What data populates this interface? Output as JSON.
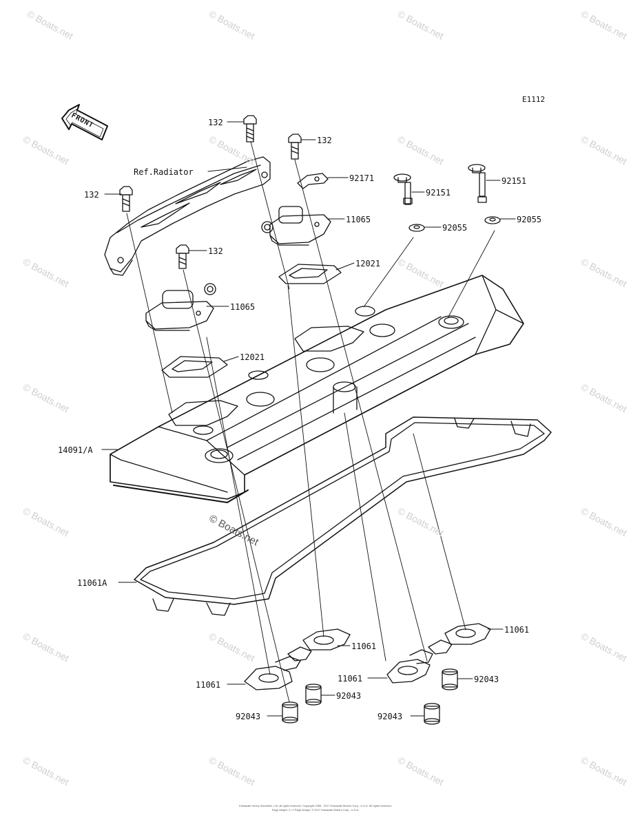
{
  "diagram": {
    "code": "E1112",
    "front_label": "FRONT",
    "callouts": {
      "bolt_a": "132",
      "bolt_b": "132",
      "bolt_c": "132",
      "bolt_d": "132",
      "ref_radiator": "Ref.Radiator",
      "bracket": "92171",
      "bolt_e": "92151",
      "bolt_f": "92151",
      "washer_a": "92055",
      "washer_b": "92055",
      "cap_a": "11065",
      "cap_b": "11065",
      "gasket_a": "12021",
      "gasket_b": "12021",
      "cover": "14091/A",
      "cover_gasket": "11061A",
      "plug_gasket_a": "11061",
      "plug_gasket_b": "11061",
      "plug_gasket_c": "11061",
      "plug_gasket_d": "11061",
      "collar_a": "92043",
      "collar_b": "92043",
      "collar_c": "92043",
      "collar_d": "92043"
    }
  },
  "watermark": {
    "text": "© Boats.net",
    "center_text": "© Boats.net"
  },
  "footer": {
    "line1": "Kawasaki Heavy Industries, Ltd. all rights reserved. Copyright 1998 - 2017 Kawasaki Motors Corp., U.S.A. All rights reserved.",
    "line2": "Page weight: 2 / 2 Page design: © 2017 Kawasaki Motors Corp., U.S.A."
  },
  "colors": {
    "ink": "#111111",
    "watermark": "#cfcfcf",
    "background": "#ffffff"
  }
}
